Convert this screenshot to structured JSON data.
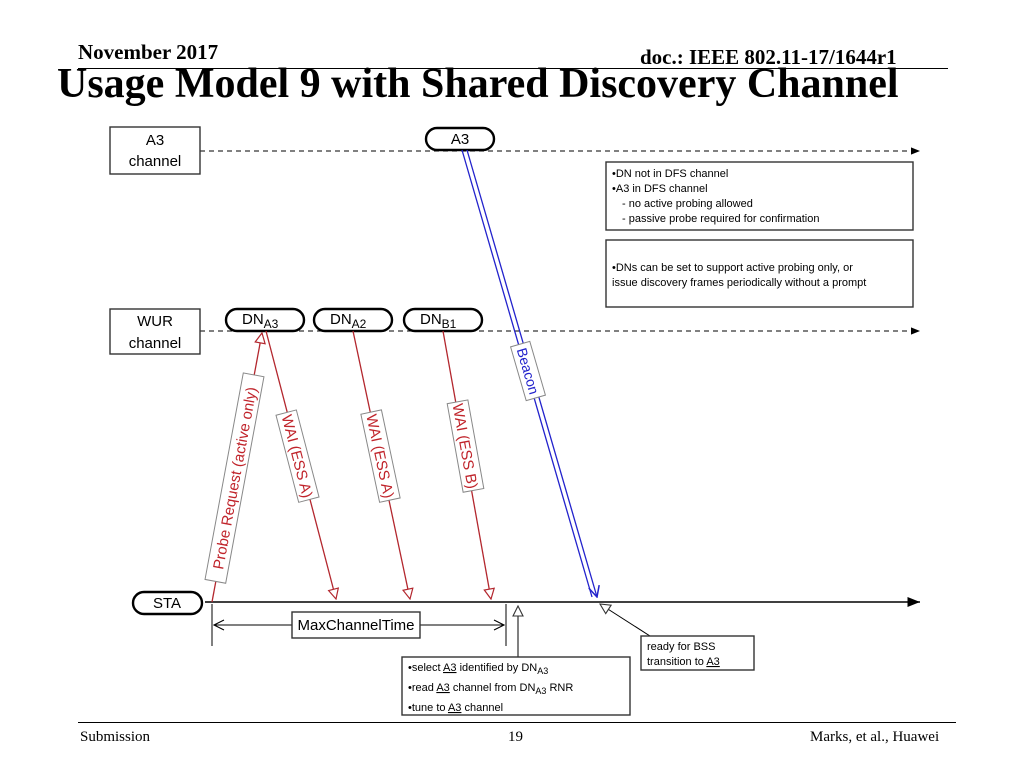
{
  "header": {
    "date": "November 2017",
    "doc": "doc.: IEEE 802.11-17/1644r1",
    "title": "Usage Model 9 with Shared Discovery Channel"
  },
  "footer": {
    "left": "Submission",
    "page": "19",
    "right": "Marks, et al., Huawei"
  },
  "diagram": {
    "channels": {
      "a3_line1": "A3",
      "a3_line2": "channel",
      "wur_line1": "WUR",
      "wur_line2": "channel",
      "sta": "STA"
    },
    "a3_pill": "A3",
    "dn_pills": [
      {
        "base": "DN",
        "sub": "A3"
      },
      {
        "base": "DN",
        "sub": "A2"
      },
      {
        "base": "DN",
        "sub": "B1"
      }
    ],
    "notes": {
      "dfs": [
        "•DN not in DFS channel",
        "•A3 in DFS channel",
        "- no active probing allowed",
        "- passive probe required for confirmation"
      ],
      "dn_support": [
        "•DNs can be set to support active probing only, or",
        "issue discovery frames periodically without a prompt"
      ],
      "bss": [
        "ready for BSS",
        "transition to",
        "A3"
      ],
      "select": {
        "line1_prefix": "•select ",
        "line1_a3": "A3",
        "line1_mid": " identified by DN",
        "line1_sub": "A3",
        "line2_prefix": "•read ",
        "line2_a3": "A3",
        "line2_mid": " channel from DN",
        "line2_sub": "A3",
        "line2_suffix": " RNR",
        "line3_prefix": "•tune to ",
        "line3_a3": "A3",
        "line3_suffix": " channel"
      }
    },
    "labels": {
      "probe": "Probe Request (active only)",
      "wai_a1": "WAI (ESS A)",
      "wai_a2": "WAI (ESS A)",
      "wai_b": "WAI (ESS B)",
      "beacon": "Beacon",
      "maxchannel": "MaxChannelTime"
    }
  }
}
